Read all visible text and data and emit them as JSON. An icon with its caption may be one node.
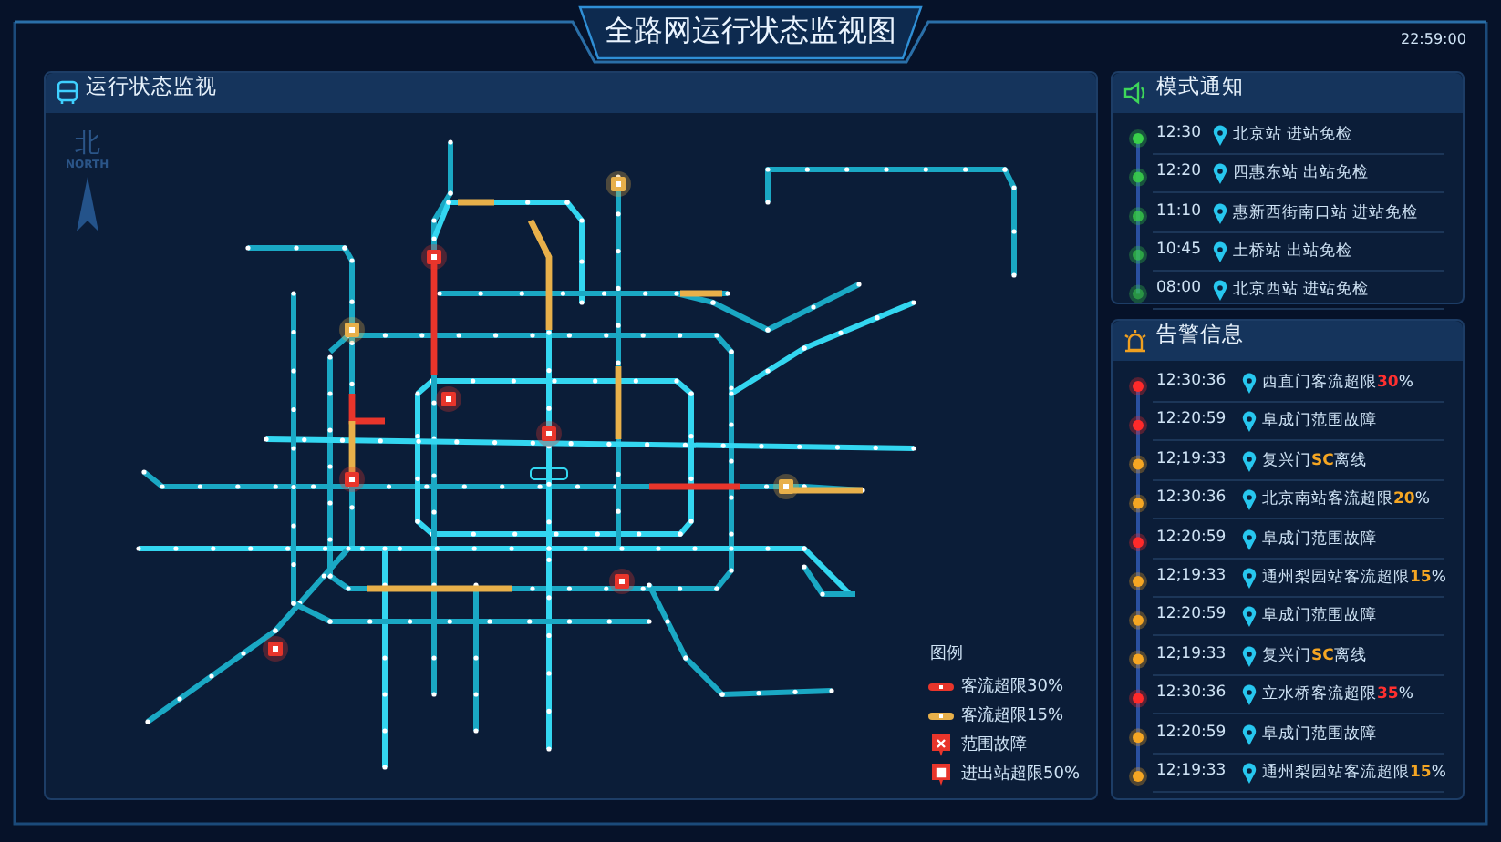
{
  "diagram": {
    "title": "全路网运行状态监视图",
    "labels": [
      "22:59:00",
      "运行状态监视",
      "北",
      "NORTH",
      "模式通知",
      "12:30",
      "北京站  进站免检",
      "12:20",
      "四惠东站  出站免检",
      "11:10",
      "惠新西街南口站  进站免检",
      "10:45",
      "土桥站  出站免检",
      "08:00",
      "北京西站  进站免检",
      "告警信息",
      "12:30:36",
      "西直门客流超限**30**%",
      "12:20:59",
      "阜成门范围故障",
      "12;19:33",
      "复兴门**SC**离线",
      "12:30:36",
      "北京南站客流超限**20**%",
      "12:20:59",
      "阜成门范围故障",
      "12;19:33",
      "通州梨园站客流超限**15**%",
      "12:20:59",
      "阜成门范围故障",
      "12;19:33",
      "复兴门**SC**离线",
      "12:30:36",
      "立水桥客流超限**35**%",
      "12:20:59",
      "阜成门范围故障",
      "12;19:33",
      "通州梨园站客流超限**15**%",
      "图例"
    ],
    "legend": [
      {
        "text": "客流超限30%",
        "color": "#e8352b"
      },
      {
        "text": "客流超限15%",
        "color": "#e8b04a"
      },
      {
        "text": "范围故障"
      },
      {
        "text": "进出站超限50%"
      }
    ]
  }
}
